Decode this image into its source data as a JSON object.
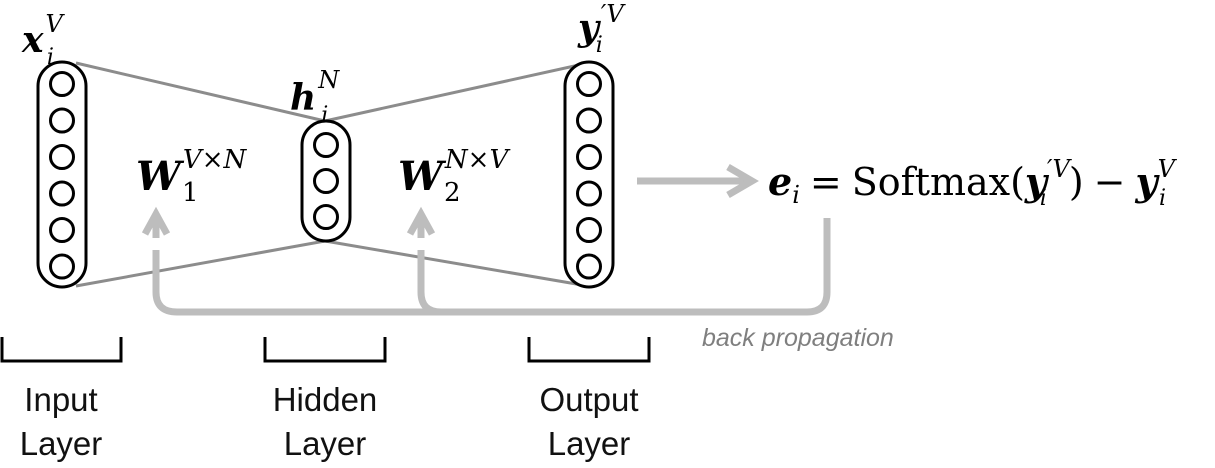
{
  "diagram": {
    "title": "Neural network with back propagation",
    "colors": {
      "node_stroke": "#000000",
      "connection": "#8c8c8c",
      "arrow": "#bdbdbd",
      "back_propagation_text": "#7f7f7f",
      "label_text": "#111111"
    },
    "layers": [
      {
        "id": "input",
        "label_line1": "Input",
        "label_line2": "Layer",
        "var_base": "x",
        "var_sub": "i",
        "var_sup": "V",
        "node_count": 6
      },
      {
        "id": "hidden",
        "label_line1": "Hidden",
        "label_line2": "Layer",
        "var_base": "h",
        "var_sub": "i",
        "var_sup": "N",
        "node_count": 3
      },
      {
        "id": "output",
        "label_line1": "Output",
        "label_line2": "Layer",
        "var_base": "y",
        "var_sub": "i",
        "var_sup": "′V",
        "node_count": 6
      }
    ],
    "weights": [
      {
        "id": "w1",
        "base": "W",
        "sub": "1",
        "sup": "V×N"
      },
      {
        "id": "w2",
        "base": "W",
        "sub": "2",
        "sup": "N×V"
      }
    ],
    "error_equation": {
      "lhs_base": "e",
      "lhs_sub": "i",
      "equals": "=",
      "func": "Softmax(",
      "arg_base": "y",
      "arg_sub": "i",
      "arg_sup": "′V",
      "close": ")",
      "minus": "−",
      "rhs_base": "y",
      "rhs_sub": "i",
      "rhs_sup": "V"
    },
    "back_propagation_label": "back propagation"
  }
}
